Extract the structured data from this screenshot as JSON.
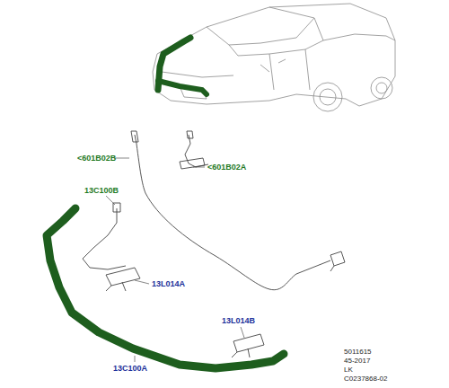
{
  "diagram": {
    "labels": [
      "<601B02B",
      "<601B02A",
      "13C100B",
      "13L014A",
      "13L014B",
      "13C100A",
      "5011615",
      "45-2017",
      "LK",
      "C0237868-02"
    ]
  }
}
